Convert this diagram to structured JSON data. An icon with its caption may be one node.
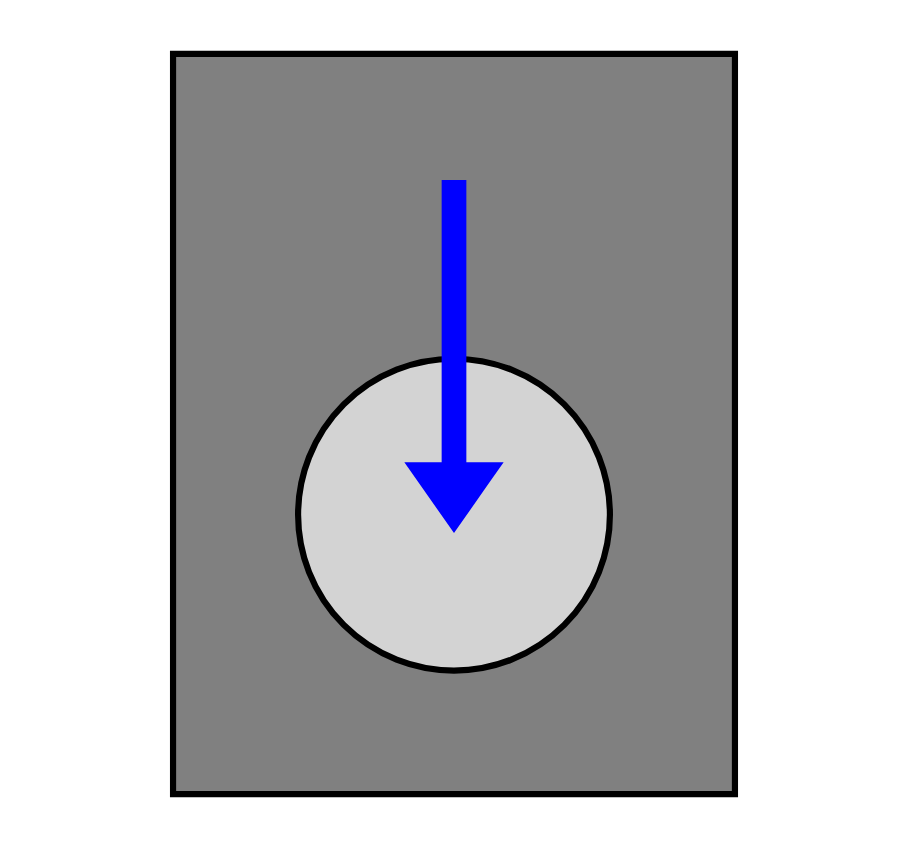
{
  "diagram": {
    "nodes": [
      {
        "text": [],
        "shape": "box"
      },
      {
        "text": [],
        "shape": "circle",
        "in": 0
      }
    ],
    "edges": [
      {
        "from": null,
        "to": 1,
        "arrow": "to"
      }
    ]
  }
}
